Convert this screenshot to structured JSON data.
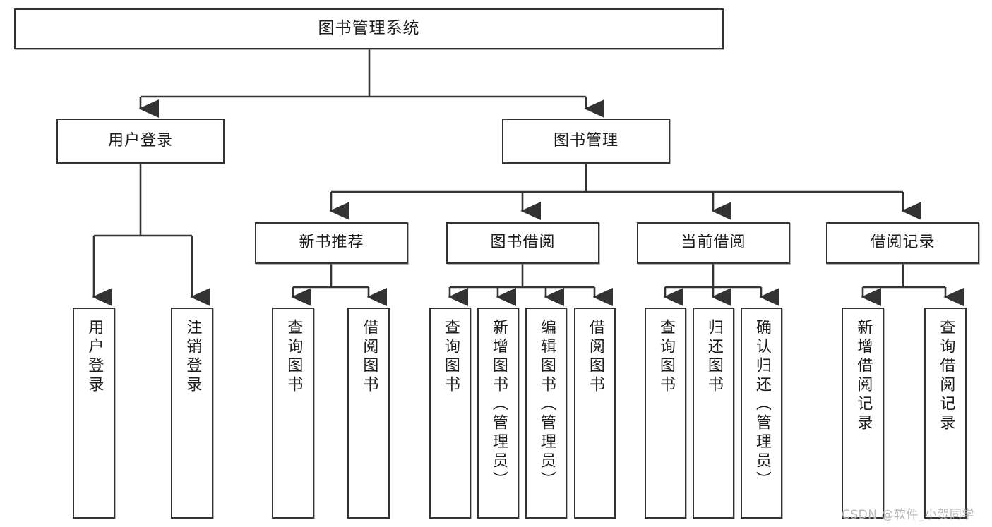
{
  "diagram": {
    "title": "图书管理系统",
    "watermark": "CSDN @软件_小贺同学",
    "colors": {
      "box_border": "#333333",
      "box_fill": "#ffffff",
      "connector": "#333333",
      "text": "#1d1d1d",
      "watermark": "#b6b6b6",
      "canvas": "#ffffff"
    },
    "nodes": {
      "root": {
        "label": "图书管理系统"
      },
      "level1": [
        {
          "label": "用户登录"
        },
        {
          "label": "图书管理"
        }
      ],
      "level2": [
        {
          "label": "新书推荐"
        },
        {
          "label": "图书借阅"
        },
        {
          "label": "当前借阅"
        },
        {
          "label": "借阅记录"
        }
      ],
      "leaves": {
        "user_login": [
          {
            "label": "用户登录"
          },
          {
            "label": "注销登录"
          }
        ],
        "new_book": [
          {
            "label": "查询图书"
          },
          {
            "label": "借阅图书"
          }
        ],
        "book_borrow": [
          {
            "label": "查询图书"
          },
          {
            "label": "新增图书（管理员）"
          },
          {
            "label": "编辑图书（管理员）"
          },
          {
            "label": "借阅图书"
          }
        ],
        "current_borrow": [
          {
            "label": "查询图书"
          },
          {
            "label": "归还图书"
          },
          {
            "label": "确认归还（管理员）"
          }
        ],
        "borrow_record": [
          {
            "label": "新增借阅记录"
          },
          {
            "label": "查询借阅记录"
          }
        ]
      }
    }
  }
}
